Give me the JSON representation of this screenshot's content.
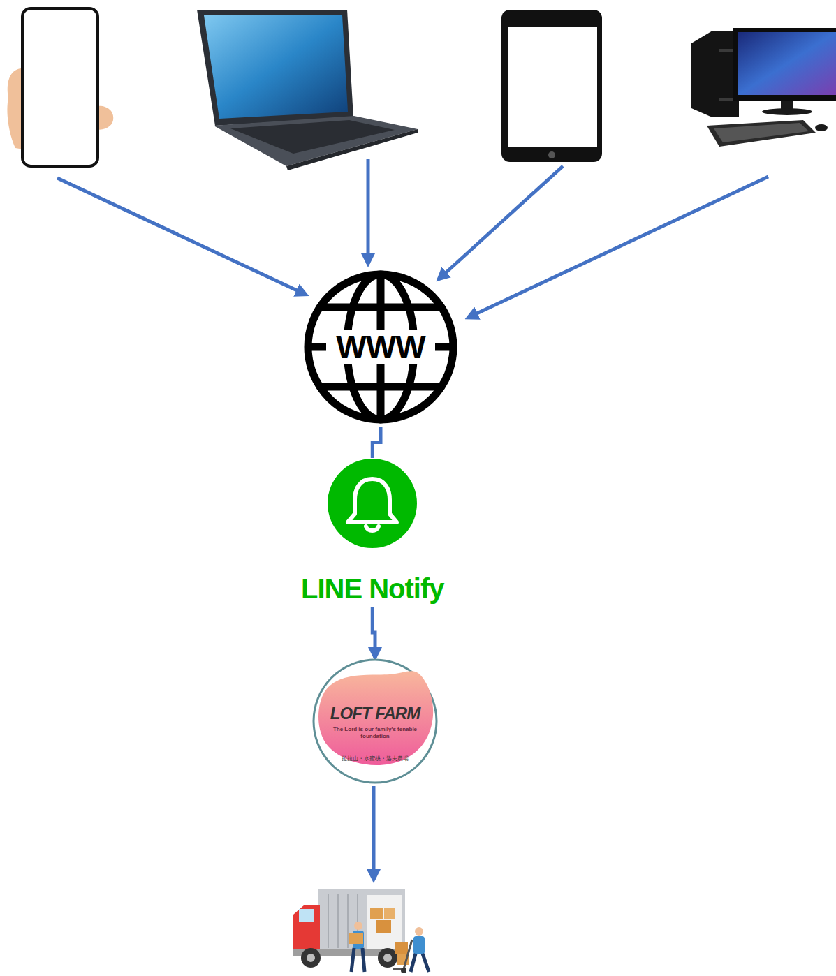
{
  "diagram": {
    "nodes": [
      {
        "text": [
          "WWW"
        ]
      },
      {
        "text": [
          "LINE Notify"
        ]
      },
      {
        "text": [
          "LOFT FARM",
          "The Lord is our family's tenable foundation",
          "拉拉山・水蜜桃・洛夫農場"
        ]
      }
    ],
    "edges": [
      {
        "from": 0,
        "to": 1,
        "arrow": "none"
      },
      {
        "from": 1,
        "to": 2,
        "arrow": "to"
      }
    ]
  }
}
